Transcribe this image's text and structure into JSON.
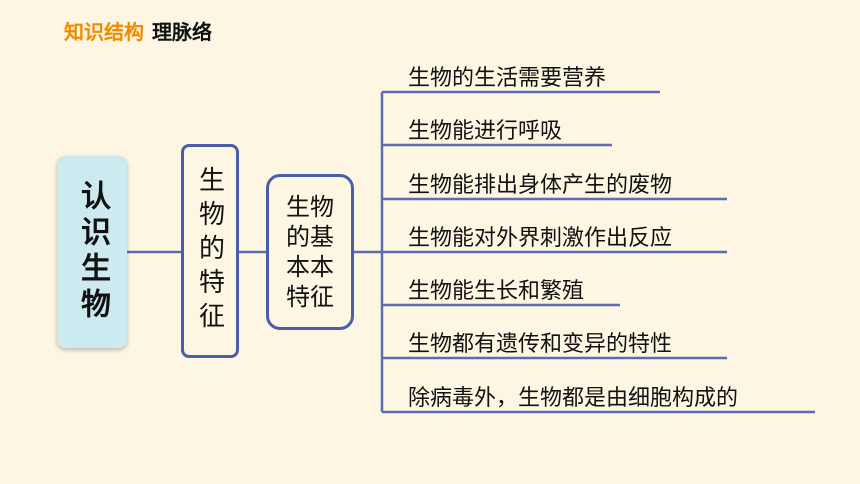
{
  "header": {
    "highlight": "知识结构",
    "rest": "理脉络"
  },
  "root": "认识生物",
  "middle": "生物的特征",
  "features": "生物的基本本特征",
  "items": [
    "生物的生活需要营养",
    "生物能进行呼吸",
    "生物能排出身体产生的废物",
    "生物能对外界刺激作出反应",
    "生物能生长和繁殖",
    "生物都有遗传和变异的特性",
    "除病毒外，生物都是由细胞构成的"
  ]
}
